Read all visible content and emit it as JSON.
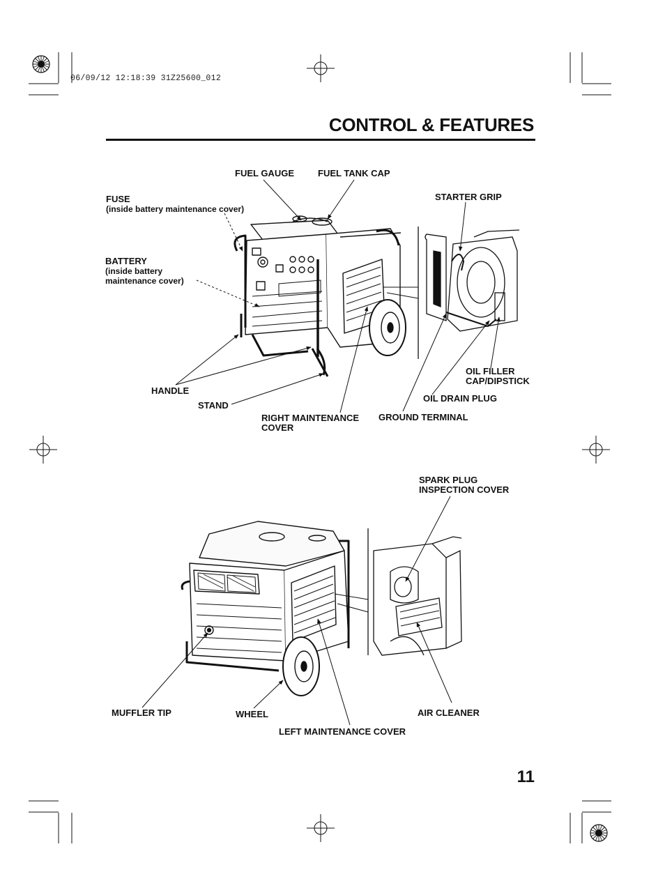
{
  "print_stamp": "06/09/12 12:18:39 31Z25600_012",
  "section_title": "CONTROL & FEATURES",
  "page_number": "11",
  "top_view_labels": {
    "fuel_gauge": "FUEL GAUGE",
    "fuel_tank_cap": "FUEL TANK CAP",
    "starter_grip": "STARTER GRIP",
    "fuse": "FUSE",
    "fuse_note": "(inside battery maintenance cover)",
    "battery": "BATTERY",
    "battery_note_1": "(inside battery",
    "battery_note_2": "maintenance cover)",
    "handle": "HANDLE",
    "stand": "STAND",
    "right_maintenance_cover_1": "RIGHT MAINTENANCE",
    "right_maintenance_cover_2": "COVER",
    "ground_terminal": "GROUND TERMINAL",
    "oil_drain_plug": "OIL DRAIN PLUG",
    "oil_filler_1": "OIL FILLER",
    "oil_filler_2": "CAP/DIPSTICK"
  },
  "bottom_view_labels": {
    "spark_plug_1": "SPARK PLUG",
    "spark_plug_2": "INSPECTION COVER",
    "muffler_tip": "MUFFLER TIP",
    "wheel": "WHEEL",
    "air_cleaner": "AIR CLEANER",
    "left_maintenance_cover": "LEFT MAINTENANCE COVER"
  },
  "icons": [
    "registration-mark-icon",
    "crop-mark-icon"
  ]
}
